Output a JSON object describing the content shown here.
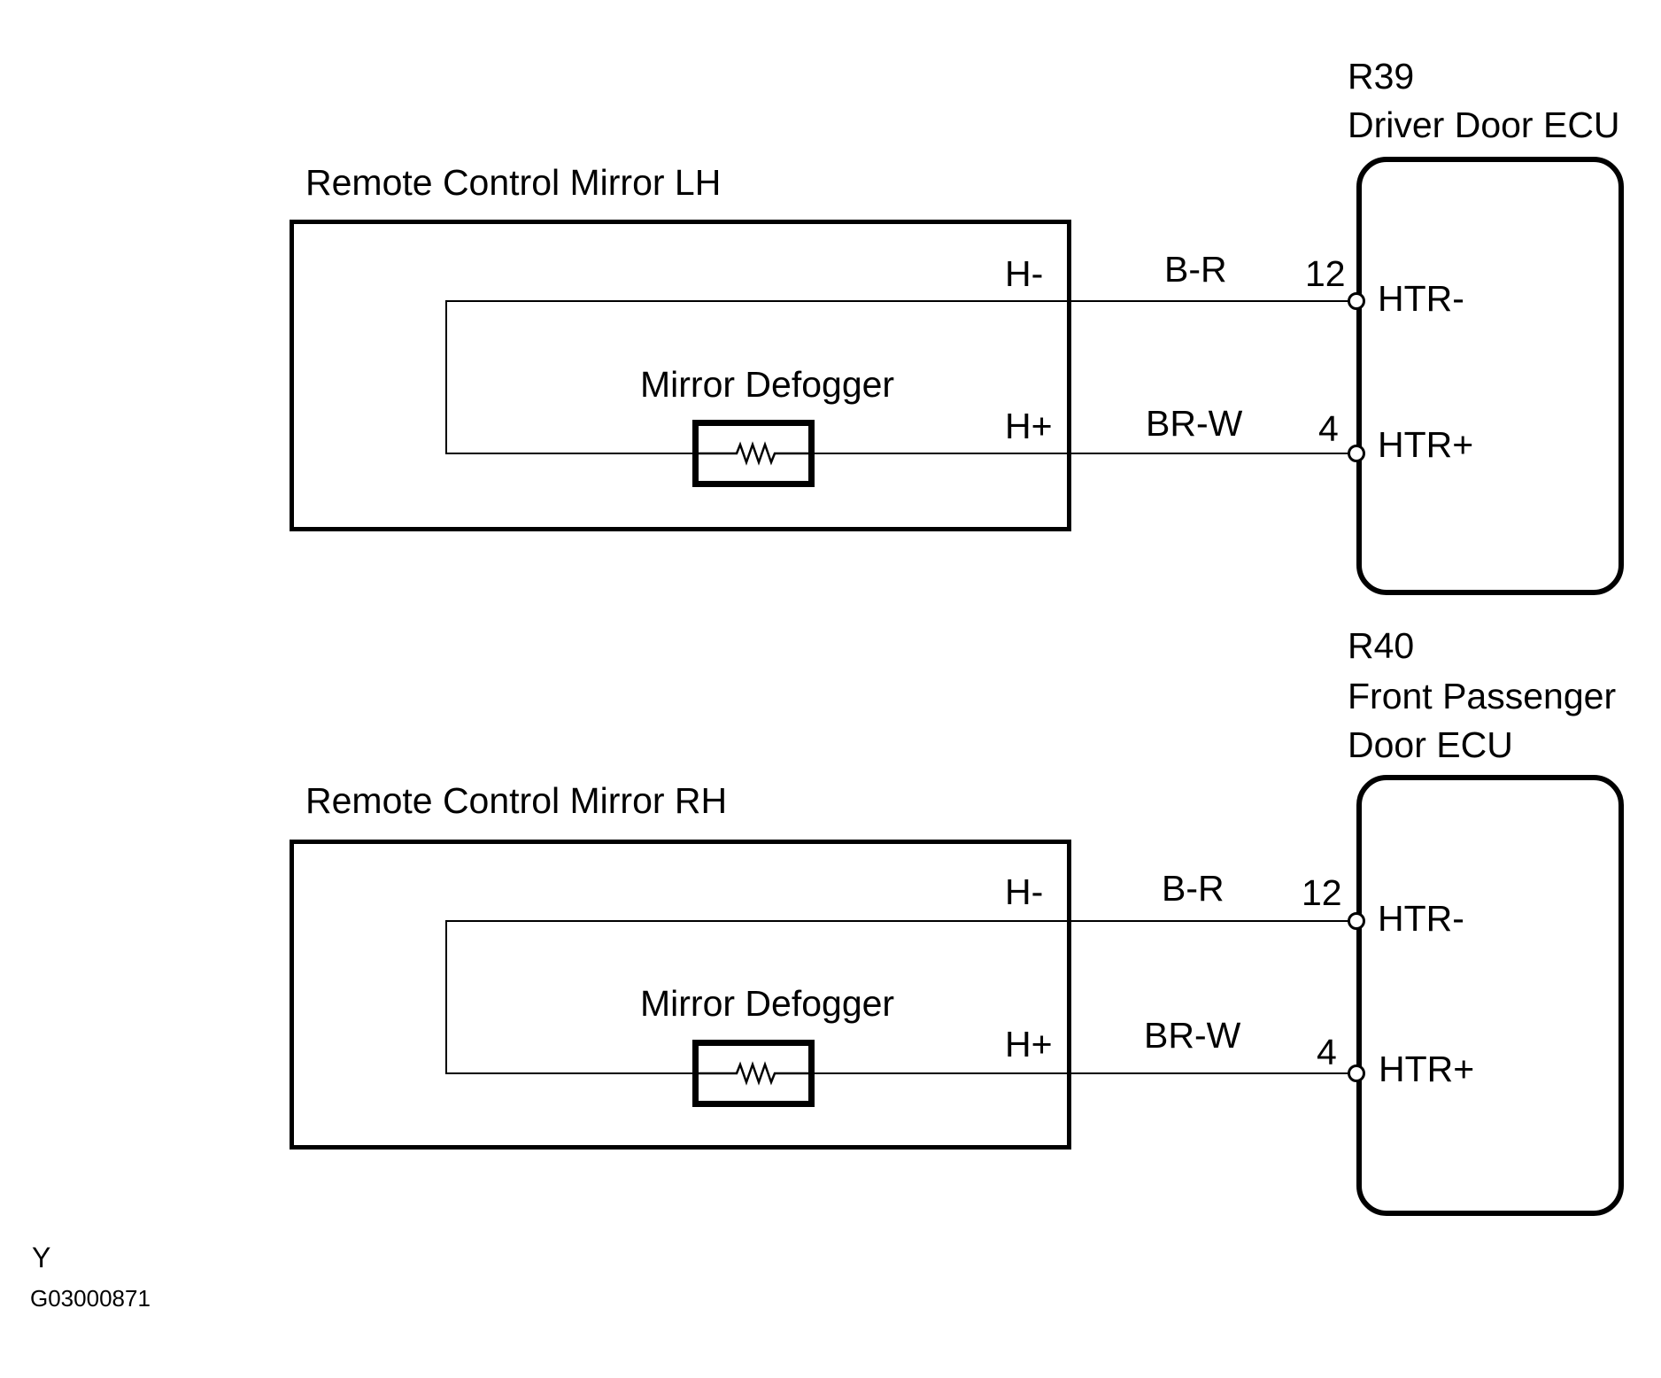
{
  "colors": {
    "line": "#000000",
    "background": "#ffffff"
  },
  "top_section": {
    "component_label": "Remote Control Mirror LH",
    "defogger_label": "Mirror Defogger",
    "terminal_neg_label": "H-",
    "terminal_pos_label": "H+",
    "wire_neg_color_code": "B-R",
    "wire_pos_color_code": "BR-W",
    "ecu_id": "R39",
    "ecu_name": "Driver Door ECU",
    "pin_neg_number": "12",
    "pin_neg_name": "HTR-",
    "pin_pos_number": "4",
    "pin_pos_name": "HTR+"
  },
  "bottom_section": {
    "component_label": "Remote Control Mirror RH",
    "defogger_label": "Mirror Defogger",
    "terminal_neg_label": "H-",
    "terminal_pos_label": "H+",
    "wire_neg_color_code": "B-R",
    "wire_pos_color_code": "BR-W",
    "ecu_id": "R40",
    "ecu_name_line1": "Front Passenger",
    "ecu_name_line2": "Door ECU",
    "pin_neg_number": "12",
    "pin_neg_name": "HTR-",
    "pin_pos_number": "4",
    "pin_pos_name": "HTR+"
  },
  "footer": {
    "revision_code": "Y",
    "drawing_number": "G03000871"
  }
}
